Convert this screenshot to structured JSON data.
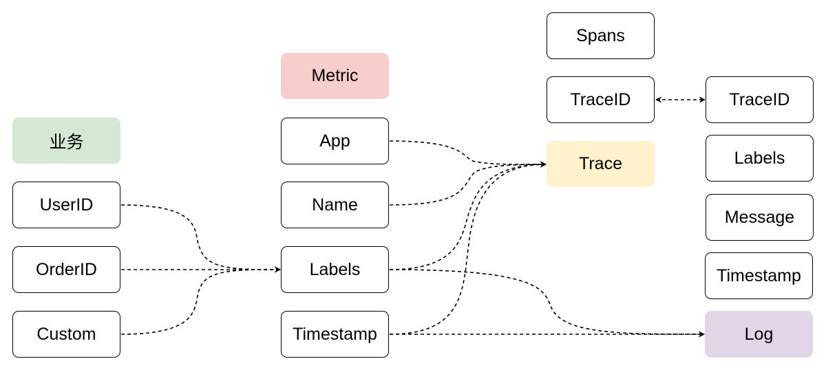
{
  "business": {
    "header": "业务",
    "header_color": "#d5e8d4",
    "items": [
      "UserID",
      "OrderID",
      "Custom"
    ]
  },
  "metric": {
    "header": "Metric",
    "header_color": "#f8cecc",
    "items": [
      "App",
      "Name",
      "Labels",
      "Timestamp"
    ]
  },
  "trace": {
    "spans": "Spans",
    "trace_id": "TraceID",
    "label": "Trace",
    "color": "#fff2cc"
  },
  "log": {
    "items": [
      "TraceID",
      "Labels",
      "Message",
      "Timestamp"
    ],
    "label": "Log",
    "color": "#e1d5e7"
  }
}
